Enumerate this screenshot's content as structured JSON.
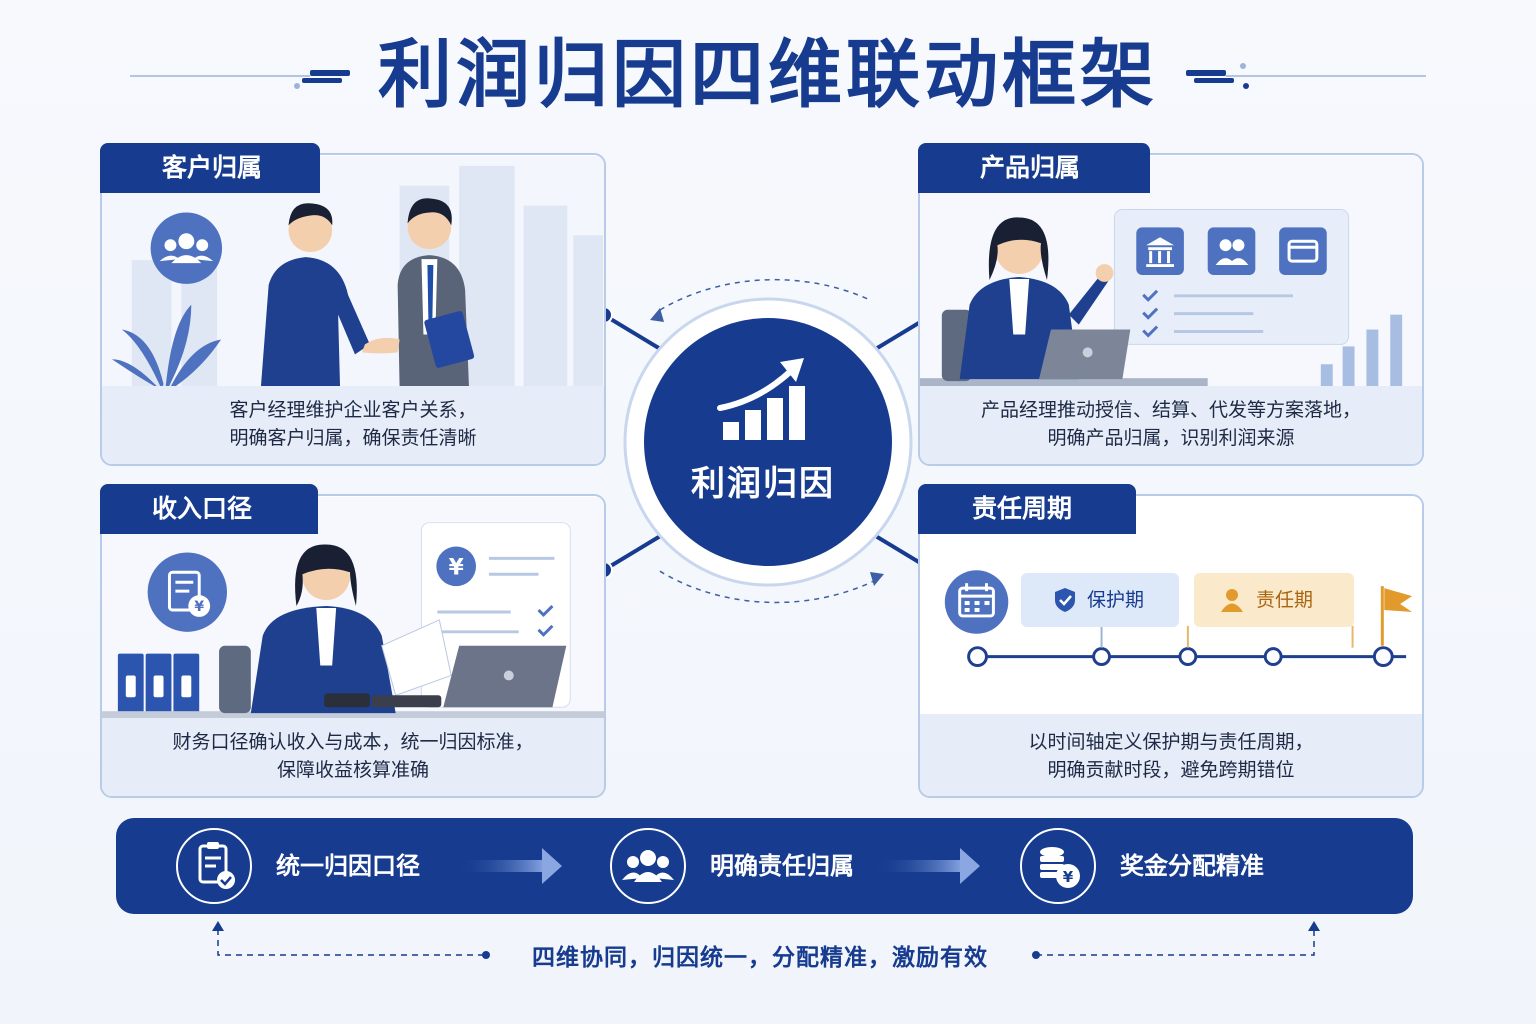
{
  "title": "利润归因四维联动框架",
  "colors": {
    "primary": "#163b8f",
    "light_panel": "#e6edf8",
    "accent_orange": "#e39a2c"
  },
  "center": {
    "label": "利润归因",
    "icon": "growth-chart-icon"
  },
  "cards": {
    "customer": {
      "tab": "客户归属",
      "icon": "people-group-icon",
      "line1": "客户经理维护企业客户关系，",
      "line2": "明确客户归属，确保责任清晰"
    },
    "product": {
      "tab": "产品归属",
      "icons": [
        "bank-icon",
        "users-icon",
        "card-icon"
      ],
      "line1": "产品经理推动授信、结算、代发等方案落地，",
      "line2": "明确产品归属，识别利润来源"
    },
    "revenue": {
      "tab": "收入口径",
      "icon": "invoice-yen-icon",
      "line1": "财务口径确认收入与成本，统一归因标准，",
      "line2": "保障收益核算准确"
    },
    "period": {
      "tab": "责任周期",
      "icon": "calendar-icon",
      "protect_label": "保护期",
      "resp_label": "责任期",
      "line1": "以时间轴定义保护期与责任周期，",
      "line2": "明确贡献时段，避免跨期错位"
    }
  },
  "flow": [
    {
      "label": "统一归因口径",
      "icon": "clipboard-check-icon"
    },
    {
      "label": "明确责任归属",
      "icon": "team-icon"
    },
    {
      "label": "奖金分配精准",
      "icon": "coins-yen-icon"
    }
  ],
  "tagline": "四维协同，归因统一，分配精准，激励有效"
}
